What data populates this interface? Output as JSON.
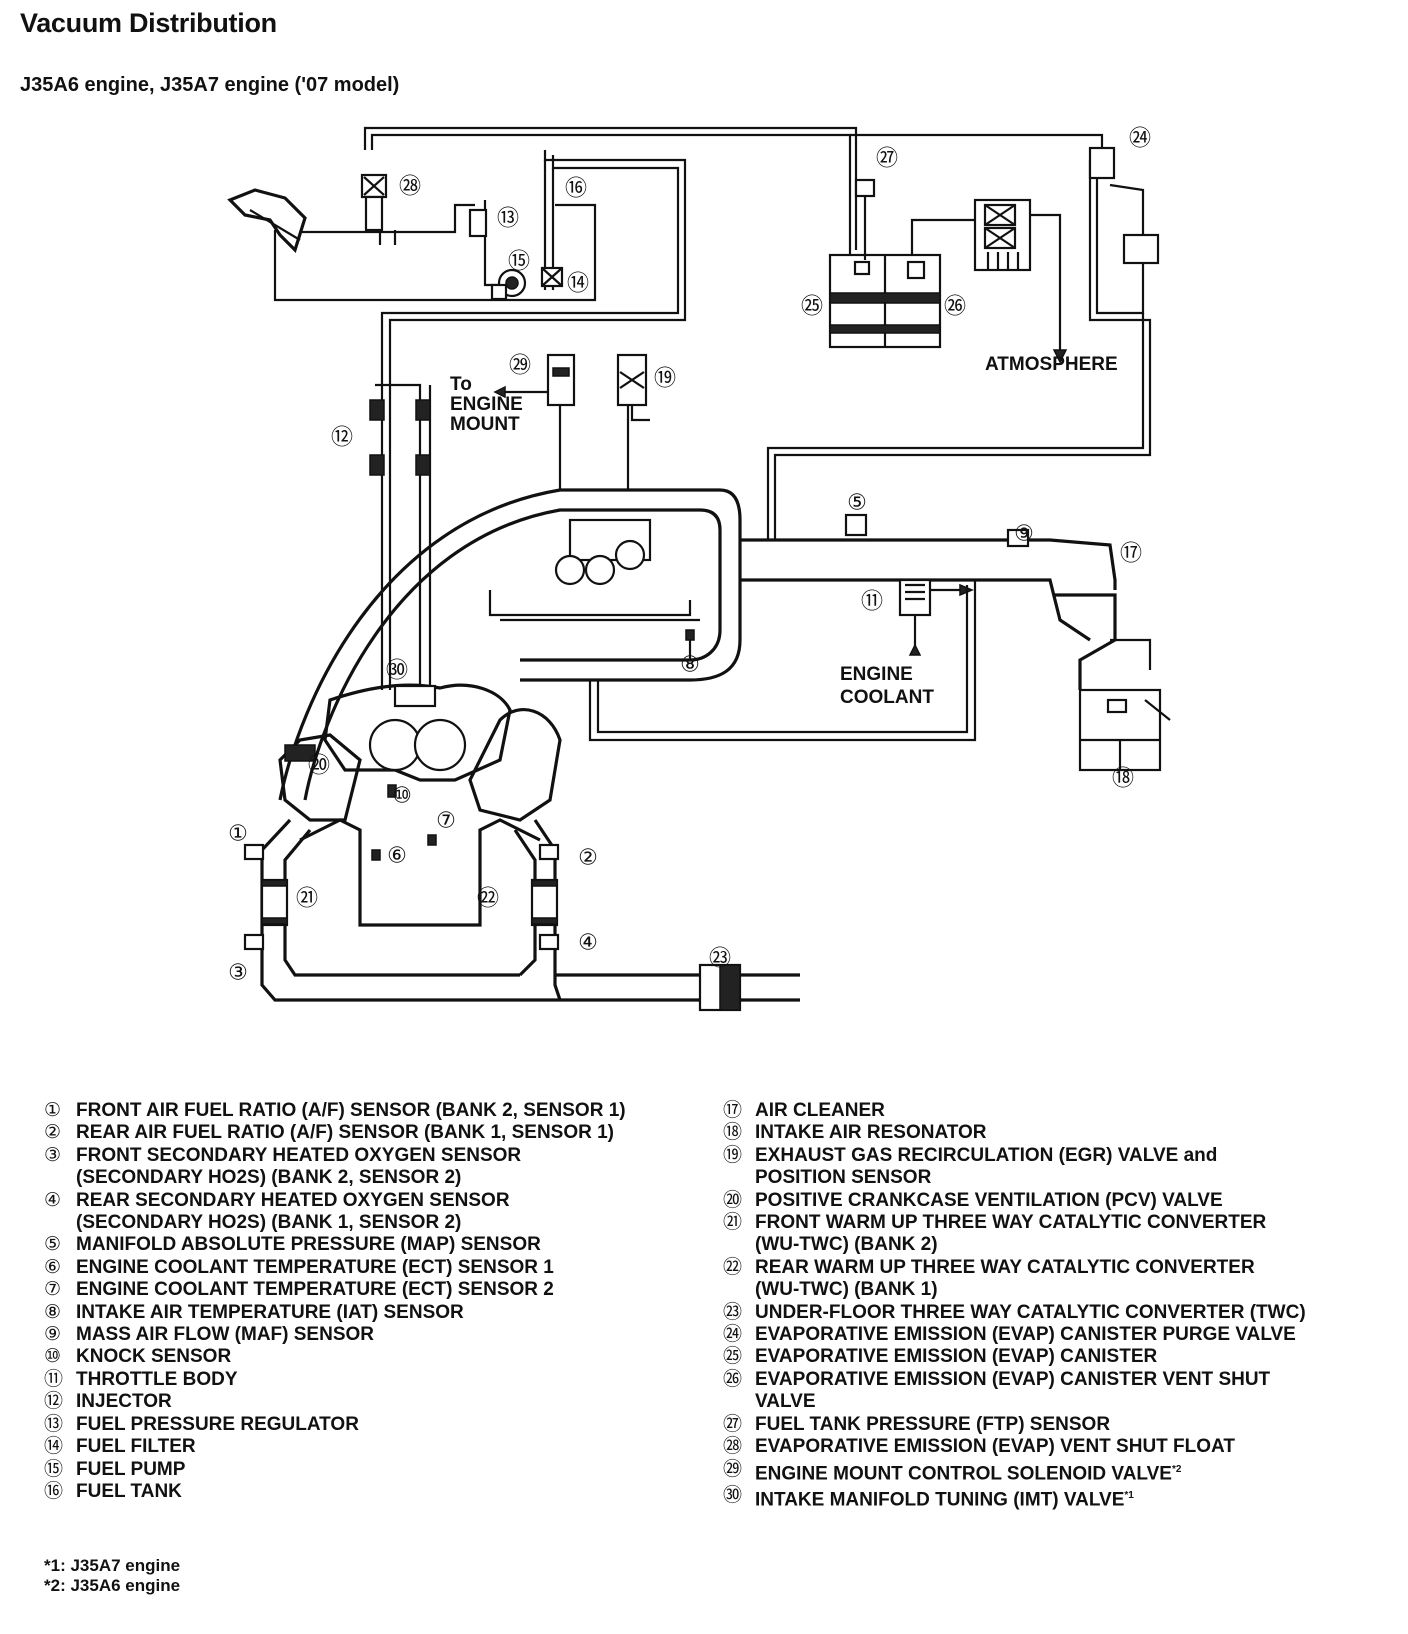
{
  "title": "Vacuum Distribution",
  "subtitle": "J35A6 engine, J35A7 engine ('07 model)",
  "diagram_labels": {
    "to_engine_mount": [
      "To",
      "ENGINE",
      "MOUNT"
    ],
    "atmosphere": "ATMOSPHERE",
    "engine_coolant": [
      "ENGINE",
      "COOLANT"
    ]
  },
  "callouts": [
    "①",
    "②",
    "③",
    "④",
    "⑤",
    "⑥",
    "⑦",
    "⑧",
    "⑨",
    "⑩",
    "⑪",
    "⑫",
    "⑬",
    "⑭",
    "⑮",
    "⑯",
    "⑰",
    "⑱",
    "⑲",
    "⑳",
    "㉑",
    "㉒",
    "㉓",
    "㉔",
    "㉕",
    "㉖",
    "㉗",
    "㉘",
    "㉙",
    "㉚"
  ],
  "legend_left": [
    {
      "n": "①",
      "text": "FRONT AIR FUEL RATIO (A/F) SENSOR (BANK 2, SENSOR 1)"
    },
    {
      "n": "②",
      "text": "REAR AIR FUEL RATIO (A/F) SENSOR (BANK 1, SENSOR 1)"
    },
    {
      "n": "③",
      "text": "FRONT SECONDARY HEATED OXYGEN SENSOR\n(SECONDARY HO2S) (BANK 2, SENSOR 2)"
    },
    {
      "n": "④",
      "text": "REAR SECONDARY HEATED OXYGEN SENSOR\n(SECONDARY HO2S) (BANK 1, SENSOR 2)"
    },
    {
      "n": "⑤",
      "text": "MANIFOLD ABSOLUTE PRESSURE (MAP) SENSOR"
    },
    {
      "n": "⑥",
      "text": "ENGINE COOLANT TEMPERATURE (ECT) SENSOR 1"
    },
    {
      "n": "⑦",
      "text": "ENGINE COOLANT TEMPERATURE (ECT) SENSOR 2"
    },
    {
      "n": "⑧",
      "text": "INTAKE AIR TEMPERATURE (IAT) SENSOR"
    },
    {
      "n": "⑨",
      "text": "MASS AIR FLOW (MAF) SENSOR"
    },
    {
      "n": "⑩",
      "text": "KNOCK SENSOR"
    },
    {
      "n": "⑪",
      "text": "THROTTLE BODY"
    },
    {
      "n": "⑫",
      "text": "INJECTOR"
    },
    {
      "n": "⑬",
      "text": "FUEL PRESSURE REGULATOR"
    },
    {
      "n": "⑭",
      "text": "FUEL FILTER"
    },
    {
      "n": "⑮",
      "text": "FUEL PUMP"
    },
    {
      "n": "⑯",
      "text": "FUEL TANK"
    }
  ],
  "legend_right": [
    {
      "n": "⑰",
      "text": "AIR CLEANER"
    },
    {
      "n": "⑱",
      "text": "INTAKE AIR RESONATOR"
    },
    {
      "n": "⑲",
      "text": "EXHAUST GAS RECIRCULATION (EGR) VALVE and\nPOSITION SENSOR"
    },
    {
      "n": "⑳",
      "text": "POSITIVE CRANKCASE VENTILATION (PCV) VALVE"
    },
    {
      "n": "㉑",
      "text": "FRONT WARM UP THREE WAY CATALYTIC CONVERTER\n(WU-TWC) (BANK 2)"
    },
    {
      "n": "㉒",
      "text": "REAR WARM UP THREE WAY CATALYTIC CONVERTER\n(WU-TWC) (BANK 1)"
    },
    {
      "n": "㉓",
      "text": "UNDER-FLOOR THREE WAY CATALYTIC CONVERTER (TWC)"
    },
    {
      "n": "㉔",
      "text": "EVAPORATIVE EMISSION (EVAP) CANISTER PURGE VALVE"
    },
    {
      "n": "㉕",
      "text": "EVAPORATIVE EMISSION (EVAP) CANISTER"
    },
    {
      "n": "㉖",
      "text": "EVAPORATIVE EMISSION (EVAP) CANISTER VENT SHUT\nVALVE"
    },
    {
      "n": "㉗",
      "text": "FUEL TANK PRESSURE (FTP) SENSOR"
    },
    {
      "n": "㉘",
      "text": "EVAPORATIVE EMISSION (EVAP) VENT SHUT FLOAT"
    },
    {
      "n": "㉙",
      "text": "ENGINE MOUNT CONTROL SOLENOID VALVE",
      "sup": "*2"
    },
    {
      "n": "㉚",
      "text": "INTAKE MANIFOLD TUNING (IMT) VALVE",
      "sup": "*1"
    }
  ],
  "footnotes": [
    "*1: J35A7 engine",
    "*2: J35A6 engine"
  ]
}
